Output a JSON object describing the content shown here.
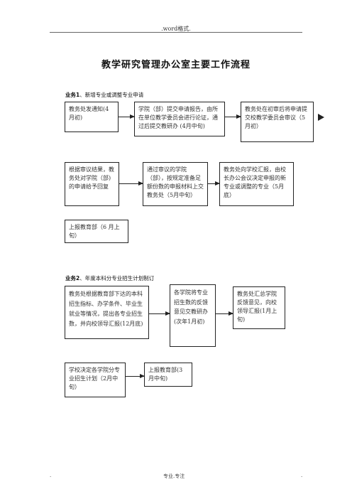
{
  "header": {
    "text": ".word格式."
  },
  "title": "教学研究管理办公室主要工作流程",
  "section1": {
    "label": "业务1",
    "suffix": "、新增专业或调整专业申请",
    "boxes": [
      "教务处发通知(4月初)",
      "学院（部）提交申请报告，由所在单位教学委员会进行论证，通过后提交教研办 (4月中旬)",
      "教务处在初审后将申请提交校教学委员会审议（5月初）",
      "根据审议结果，教务处对学院（部)的申请给予回复",
      "通过审议的学院（部），按规定准备足额份数的申报材料上交教务处（5月中旬）",
      "教务处向学校汇报，由校长办公会议决定申报的新专业或调整的专业（5月底）",
      "上报教育部（6 月上旬）"
    ]
  },
  "section2": {
    "label": "业务2",
    "suffix": "、年度本科分专业招生计划制订",
    "boxes": [
      "教务处根据教育部下达的本科招生指标、办学条件、毕业生就业等情况，提出各专业招生数，并向校领导汇报(12月底)",
      "各学院将专业招生数的反馈意见交教研办(次年1月初)",
      "教务处汇总学院反馈意见，向校领导汇报(1月上旬)",
      "学校决定各学院分专业招生计划（2月中旬）",
      "上报教育部(3月中旬)"
    ]
  },
  "footer": {
    "left": ".",
    "center": "专业.专注",
    "right": "."
  }
}
